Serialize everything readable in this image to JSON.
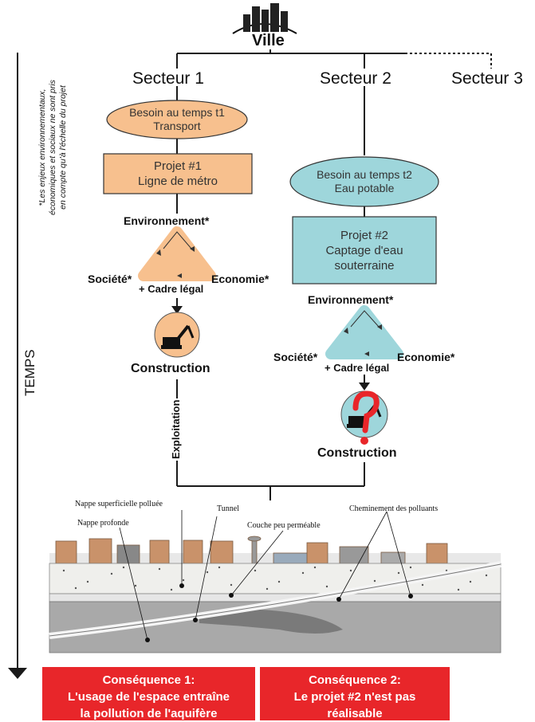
{
  "city": {
    "label": "Ville"
  },
  "sectors": [
    "Secteur 1",
    "Secteur 2",
    "Secteur 3"
  ],
  "side_note": [
    "*Les enjeux environnementaux,",
    "économiques et sociaux ne sont pris",
    "en compte qu'à l'échelle du projet"
  ],
  "time_axis": {
    "label": "TEMPS"
  },
  "sector1": {
    "need": [
      "Besoin au temps t1",
      "Transport"
    ],
    "project": [
      "Projet #1",
      "Ligne de métro"
    ],
    "triangle": {
      "top": "Environnement*",
      "left": "Société*",
      "right": "Economie*",
      "bottom": "+ Cadre légal"
    },
    "construction": "Construction",
    "exploitation": "Exploitation"
  },
  "sector2": {
    "need": [
      "Besoin au temps t2",
      "Eau potable"
    ],
    "project": [
      "Projet #2",
      "Captage d'eau",
      "souterraine"
    ],
    "triangle": {
      "top": "Environnement*",
      "left": "Société*",
      "right": "Economie*",
      "bottom": "+ Cadre légal"
    },
    "construction": "Construction"
  },
  "cross_section": {
    "labels": {
      "nappe_superficielle": "Nappe superficielle polluée",
      "tunnel": "Tunnel",
      "nappe_profonde": "Nappe profonde",
      "couche": "Couche peu perméable",
      "cheminement": "Cheminement des polluants"
    }
  },
  "consequences": [
    [
      "Conséquence 1:",
      "L'usage de l'espace entraîne",
      "la pollution de l'aquifère"
    ],
    [
      "Conséquence 2:",
      "Le projet #2 n'est pas",
      "réalisable"
    ]
  ],
  "colors": {
    "orange": "#f7c08e",
    "teal": "#9ed6db",
    "red": "#e8262a",
    "line": "#1a1a1a"
  }
}
